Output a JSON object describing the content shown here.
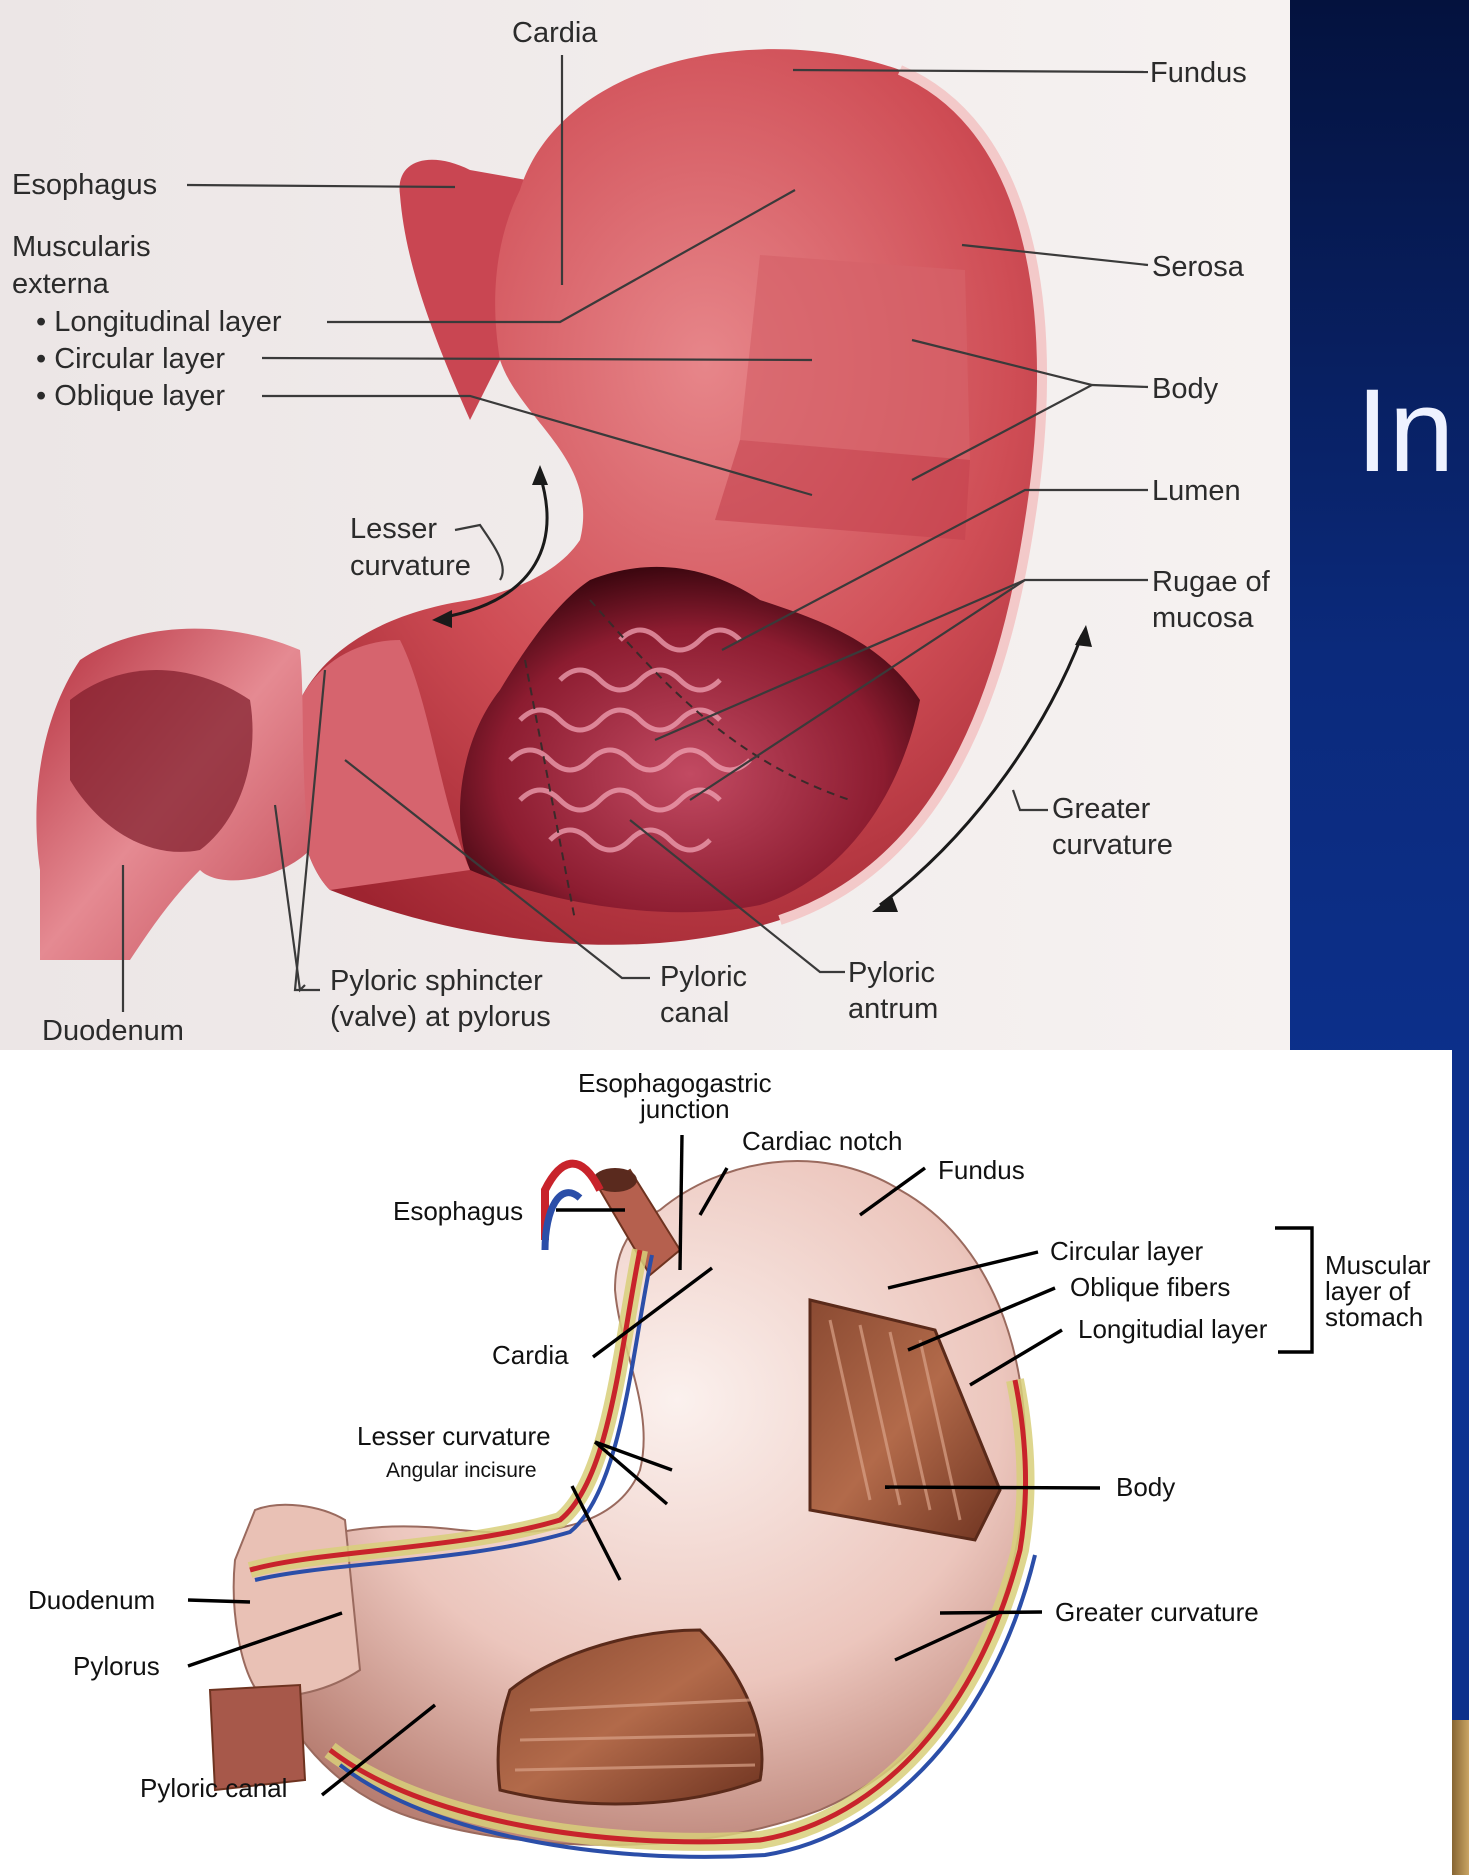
{
  "slide": {
    "title_fragment": "In"
  },
  "figure_top": {
    "labels": {
      "cardia": "Cardia",
      "fundus": "Fundus",
      "esophagus": "Esophagus",
      "muscularis_1": "Muscularis",
      "muscularis_2": "externa",
      "longitudinal": "• Longitudinal layer",
      "circular": "• Circular layer",
      "oblique": "• Oblique layer",
      "serosa": "Serosa",
      "body": "Body",
      "lumen": "Lumen",
      "rugae_1": "Rugae of",
      "rugae_2": "mucosa",
      "lesser_1": "Lesser",
      "lesser_2": "curvature",
      "greater_1": "Greater",
      "greater_2": "curvature",
      "pyloric_sphincter_1": "Pyloric sphincter",
      "pyloric_sphincter_2": "(valve) at pylorus",
      "pyloric_canal_1": "Pyloric",
      "pyloric_canal_2": "canal",
      "pyloric_antrum_1": "Pyloric",
      "pyloric_antrum_2": "antrum",
      "duodenum": "Duodenum"
    }
  },
  "figure_bottom": {
    "labels": {
      "egj_1": "Esophagogastric",
      "egj_2": "junction",
      "cardiac_notch": "Cardiac notch",
      "fundus": "Fundus",
      "esophagus": "Esophagus",
      "circular_layer": "Circular layer",
      "oblique_fibers": "Oblique fibers",
      "longitudinal_layer": "Longitudial layer",
      "muscular_1": "Muscular",
      "muscular_2": "layer of",
      "muscular_3": "stomach",
      "cardia": "Cardia",
      "lesser_curvature": "Lesser curvature",
      "angular_incisure": "Angular incisure",
      "body": "Body",
      "duodenum": "Duodenum",
      "pylorus": "Pylorus",
      "greater_curvature": "Greater curvature",
      "pyloric_canal": "Pyloric canal"
    }
  }
}
